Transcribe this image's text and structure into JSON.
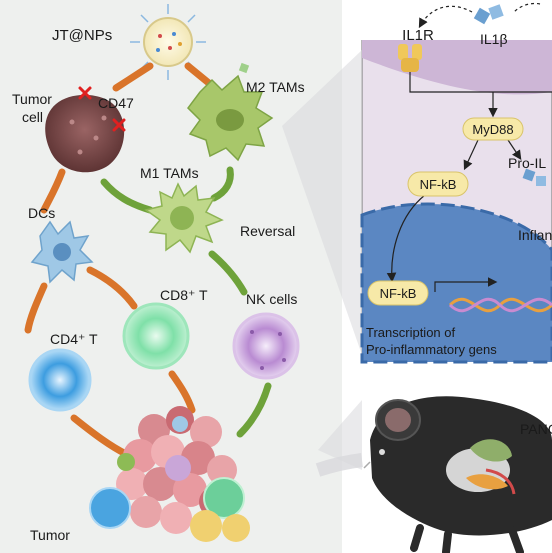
{
  "labels": {
    "nanoparticle": "JT@NPs",
    "tumor_cell": [
      "Tumor",
      "cell"
    ],
    "cd47": "CD47",
    "m2_tams": "M2 TAMs",
    "m1_tams": "M1 TAMs",
    "reversal": "Reversal",
    "dcs": "DCs",
    "cd8_t": "CD8⁺ T",
    "cd4_t": "CD4⁺ T",
    "nk_cells": "NK cells",
    "tumor": "Tumor",
    "il1r": "IL1R",
    "il1b": "IL1β",
    "myd88": "MyD88",
    "nfkb_cytoplasm": "NF-kB",
    "nfkb_nucleus": "NF-kB",
    "pro_il": "Pro-IL",
    "inflam": "Inflan",
    "transcription": [
      "Transcription of",
      "Pro-inflammatory gens"
    ],
    "panc": "PANC"
  },
  "colors": {
    "left_panel_bg": "#eef0ee",
    "pathway_bg": "#e9e0ec",
    "membrane": "#cdb6d6",
    "nucleus": "#5b87c2",
    "nucleus_border": "#3a6aa8",
    "pill_fill": "#f7e9a8",
    "pill_stroke": "#d9c46a",
    "orange_arrow": "#d9742a",
    "green_arrow": "#6ea23a",
    "tumor_cell": "#7a4a4a",
    "m2_tam": "#a8c76a",
    "m1_tam": "#bfd88a",
    "dc": "#9fc8e6",
    "cd8_t": "#6ccf9a",
    "cd4_t": "#4aa4e0",
    "nk_cell": "#c9a6d8",
    "tumor_mass": "#e89aa0",
    "mouse": "#2a2a2a"
  }
}
